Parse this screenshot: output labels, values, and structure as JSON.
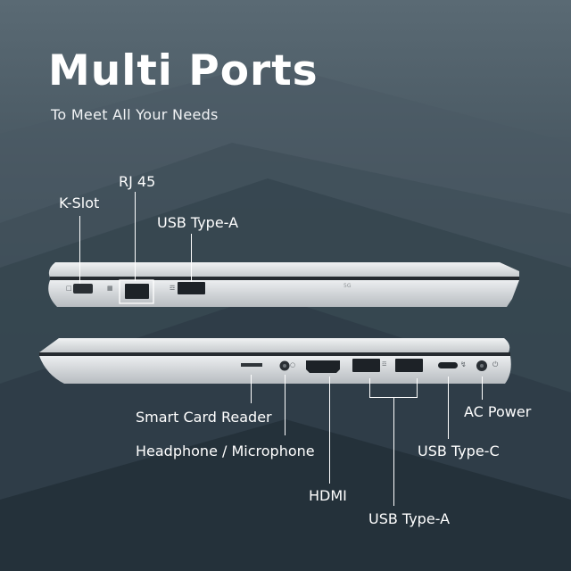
{
  "header": {
    "title": "Multi Ports",
    "subtitle": "To Meet All Your Needs"
  },
  "laptop_left_side": {
    "ports": [
      {
        "label": "K-Slot",
        "icon": "lock-icon"
      },
      {
        "label": "RJ 45",
        "icon": "ethernet-icon"
      },
      {
        "label": "USB Type-A",
        "icon": "usb-icon"
      }
    ],
    "engraved_text": "5G"
  },
  "laptop_right_side": {
    "ports": [
      {
        "label": "Smart Card Reader"
      },
      {
        "label": "Headphone / Microphone",
        "icon": "headphone-icon"
      },
      {
        "label": "HDMI"
      },
      {
        "label": "USB Type-A",
        "icon": "usb-icon"
      },
      {
        "label": "USB Type-C",
        "icon": "thunderbolt-icon"
      },
      {
        "label": "AC Power",
        "icon": "power-icon"
      }
    ]
  },
  "colors": {
    "background": "#2c3a44",
    "chassis": "#d9dcdf",
    "text": "#ffffff"
  }
}
